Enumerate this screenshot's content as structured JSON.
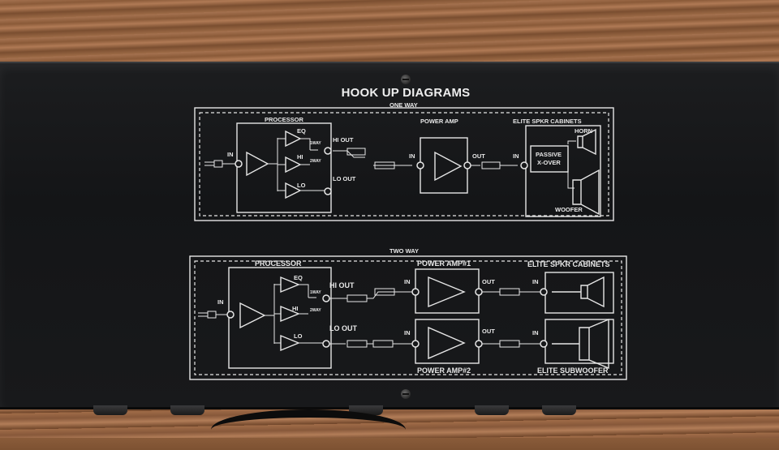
{
  "title": "HOOK UP DIAGRAMS",
  "one_way": {
    "heading": "ONE WAY",
    "processor": "PROCESSOR",
    "in": "IN",
    "eq": "EQ",
    "hi": "HI",
    "lo": "LO",
    "one_way_switch": "1WAY",
    "two_way_switch": "2WAY",
    "hi_out": "HI OUT",
    "lo_out": "LO OUT",
    "power_amp": "POWER AMP",
    "amp_in": "IN",
    "amp_out": "OUT",
    "cab_in": "IN",
    "cabinets": "ELITE SPKR CABINETS",
    "horn": "HORN",
    "passive": "PASSIVE",
    "xover": "X-OVER",
    "woofer": "WOOFER"
  },
  "two_way": {
    "heading": "TWO WAY",
    "processor": "PROCESSOR",
    "in": "IN",
    "eq": "EQ",
    "hi": "HI",
    "lo": "LO",
    "one_way_switch": "1WAY",
    "two_way_switch": "2WAY",
    "hi_out": "HI OUT",
    "lo_out": "LO OUT",
    "power_amp_1": "POWER AMP#1",
    "power_amp_2": "POWER AMP#2",
    "amp1_in": "IN",
    "amp1_out": "OUT",
    "amp2_in": "IN",
    "amp2_out": "OUT",
    "cab_in_1": "IN",
    "cab_in_2": "IN",
    "cabinets": "ELITE SPKR CABINETS",
    "subwoofer": "ELITE SUBWOOFER"
  }
}
